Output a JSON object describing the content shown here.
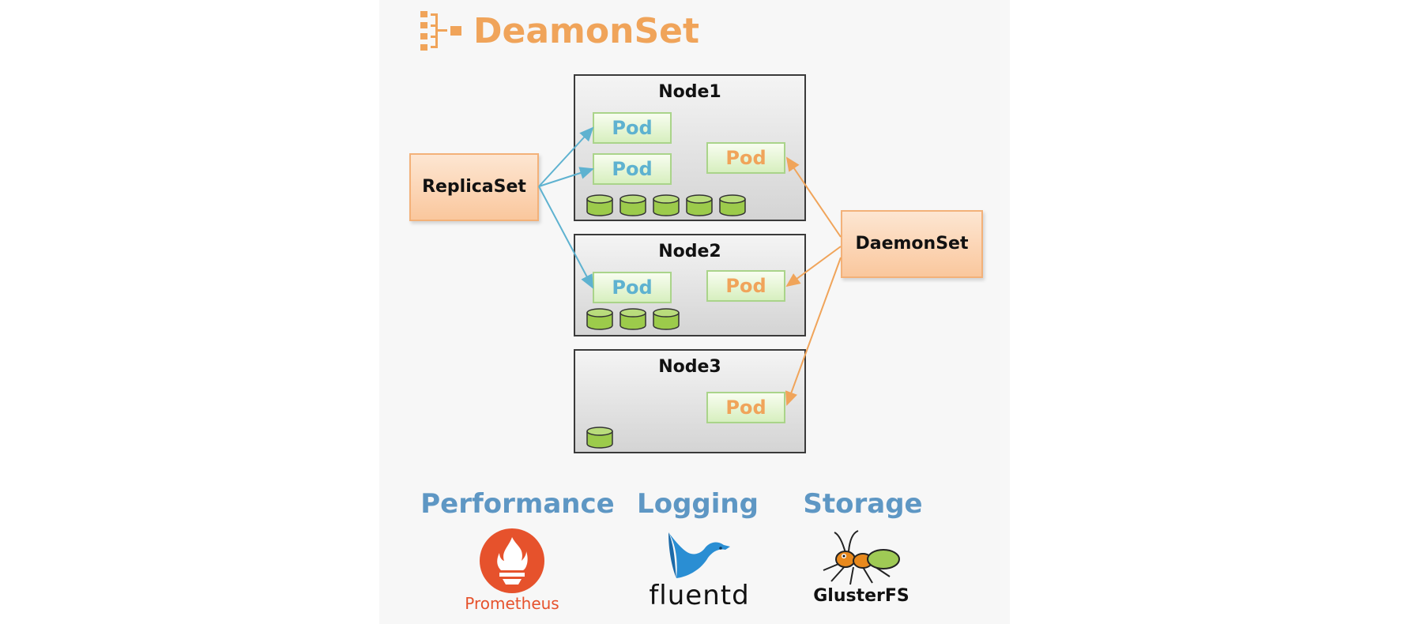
{
  "title": "DeamonSet",
  "nodes": [
    {
      "label": "Node1",
      "pods": [
        "Pod",
        "Pod",
        "Pod"
      ],
      "disks": 5
    },
    {
      "label": "Node2",
      "pods": [
        "Pod",
        "Pod"
      ],
      "disks": 3
    },
    {
      "label": "Node3",
      "pods": [
        "Pod"
      ],
      "disks": 1
    }
  ],
  "controllers": {
    "replicaset": "ReplicaSet",
    "daemonset": "DaemonSet"
  },
  "sections": [
    {
      "heading": "Performance",
      "logo_text": "Prometheus",
      "logo_icon": "prometheus-flame-icon"
    },
    {
      "heading": "Logging",
      "logo_text": "fluentd",
      "logo_icon": "fluentd-bird-icon"
    },
    {
      "heading": "Storage",
      "logo_text": "GlusterFS",
      "logo_icon": "glusterfs-ant-icon"
    }
  ],
  "colors": {
    "title": "#f0a45a",
    "replicaset_arrow": "#5eb2d0",
    "daemonset_arrow": "#f0a45a",
    "section_heading": "#5e97c4",
    "disk": "#9ccb4b"
  }
}
